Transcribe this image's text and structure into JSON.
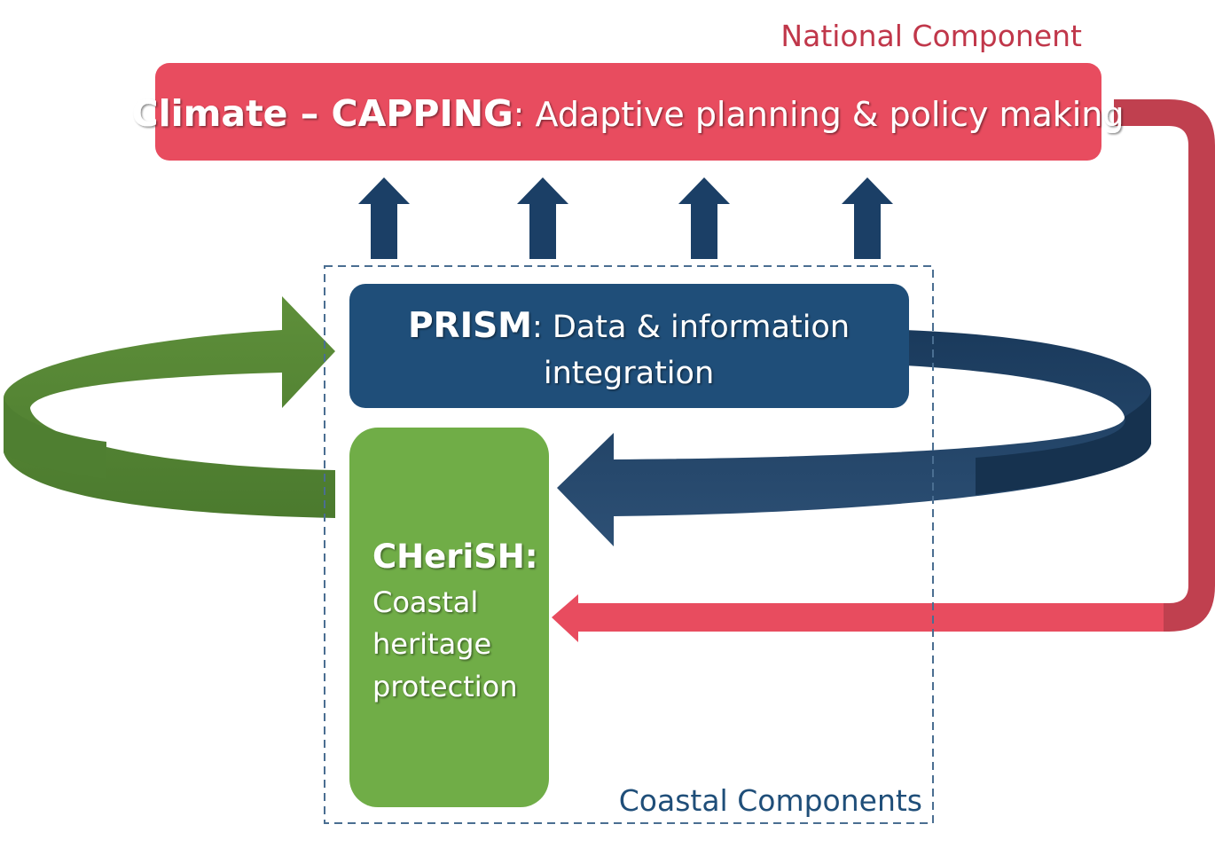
{
  "national": {
    "label": "National Component",
    "label_color": "#c0374a"
  },
  "capping": {
    "name": "Climate – CAPPING",
    "description": ": Adaptive planning & policy making",
    "color": "#e84c5f"
  },
  "prism": {
    "name": "PRISM",
    "description_line1": ": Data & information",
    "description_line2": "integration",
    "color": "#1f4e79"
  },
  "cherish": {
    "name": "CHeriSH:",
    "line1": "Coastal",
    "line2": "heritage",
    "line3": "protection",
    "color": "#70ad47"
  },
  "coastal": {
    "label": "Coastal Components",
    "label_color": "#1f4e79"
  },
  "colors": {
    "up_arrows": "#1b3f66",
    "green_loop": "#548235",
    "blue_loop": "#2b4d6f",
    "red_return": "#e84c5f",
    "dashed_border": "#4a6e91"
  },
  "icons": {
    "up_arrow": "arrow-up-icon",
    "green_loop": "curved-arrow-icon",
    "blue_loop": "curved-arrow-icon",
    "red_return": "elbow-arrow-icon"
  }
}
